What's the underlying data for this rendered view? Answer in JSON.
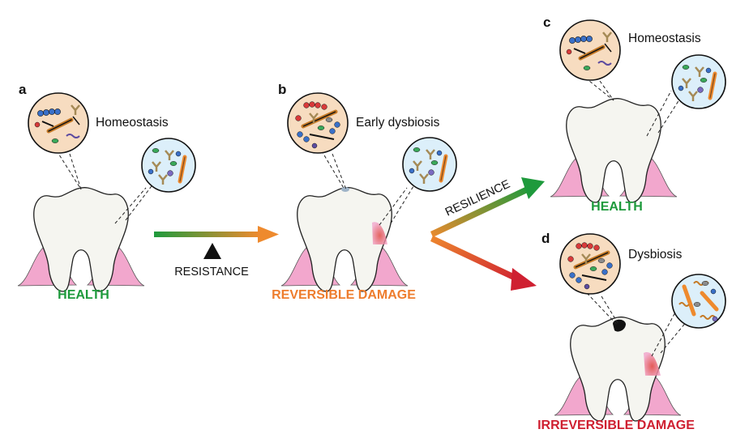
{
  "panels": [
    {
      "letter": "a",
      "state": "Homeostasis",
      "status": "HEALTH"
    },
    {
      "letter": "b",
      "state": "Early dysbiosis",
      "status": "REVERSIBLE DAMAGE"
    },
    {
      "letter": "c",
      "state": "Homeostasis",
      "status": "HEALTH"
    },
    {
      "letter": "d",
      "state": "Dysbiosis",
      "status": "IRREVERSIBLE DAMAGE"
    }
  ],
  "arrows": {
    "resistance_label": "RESISTANCE",
    "resilience_label": "RESILIENCE"
  },
  "colors": {
    "health": "#1e9a3c",
    "reversible": "#ee7d2e",
    "irreversible": "#cf2031",
    "gum": "#f2a7cd",
    "circle_tooth": "#f7dcc0",
    "circle_gum": "#dceffa"
  }
}
